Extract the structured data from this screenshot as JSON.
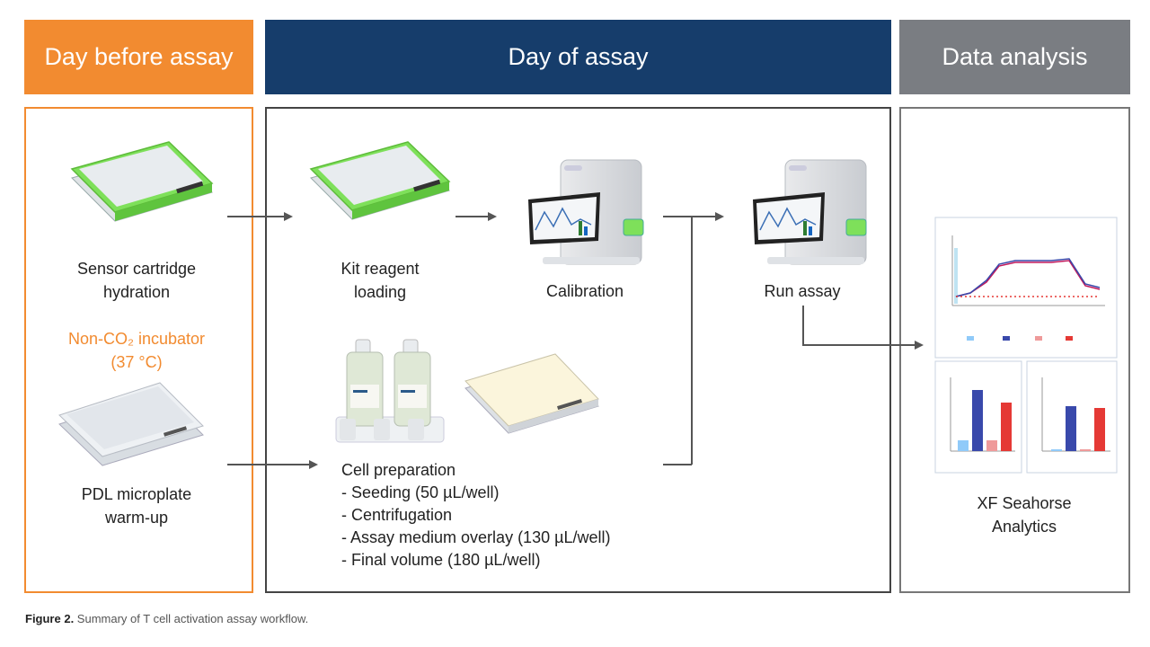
{
  "headers": {
    "day_before": "Day before assay",
    "day_of": "Day of assay",
    "analysis": "Data analysis"
  },
  "colors": {
    "orange": "#f28b30",
    "navy": "#163d6b",
    "gray": "#7a7d82",
    "cartridge_green": "#7ee05a",
    "arrow": "#555555"
  },
  "steps": {
    "sensor_line1": "Sensor cartridge",
    "sensor_line2": "hydration",
    "incubator_line1": "Non-CO₂ incubator",
    "incubator_line2": "(37 °C)",
    "pdl_line1": "PDL microplate",
    "pdl_line2": "warm-up",
    "kit_line1": "Kit reagent",
    "kit_line2": "loading",
    "calibration": "Calibration",
    "run_assay": "Run assay",
    "analytics_line1": "XF Seahorse",
    "analytics_line2": "Analytics"
  },
  "cell_prep": {
    "title": "Cell preparation",
    "items": [
      "- Seeding (50 µL/well)",
      "- Centrifugation",
      "- Assay medium overlay (130 µL/well)",
      "- Final volume (180 µL/well)"
    ]
  },
  "caption": {
    "label": "Figure 2.",
    "text": " Summary of T cell activation assay workflow."
  }
}
